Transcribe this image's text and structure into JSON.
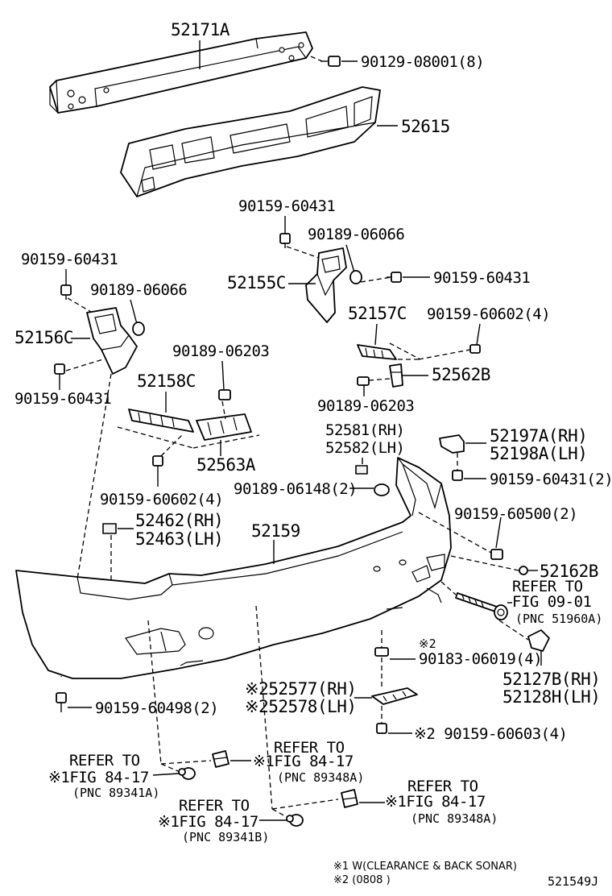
{
  "labels": {
    "p52171A": "52171A",
    "p90129": "90129-08001(8)",
    "p52615": "52615",
    "p90159_top": "90159-60431",
    "p90189_top": "90189-06066",
    "p90159_left_top": "90159-60431",
    "p90189_left": "90189-06066",
    "p52155C": "52155C",
    "p90159_right": "90159-60431",
    "p52156C": "52156C",
    "p52157C": "52157C",
    "p90159_60602_r": "90159-60602(4)",
    "p90189_06203_l": "90189-06203",
    "p52562B": "52562B",
    "p90159_left_bot": "90159-60431",
    "p52158C": "52158C",
    "p90189_06203_r": "90189-06203",
    "p52563A": "52563A",
    "p52581": "52581(RH)",
    "p52582": "52582(LH)",
    "p52197A": "52197A(RH)",
    "p52198A": "52198A(LH)",
    "p90159_60602_l": "90159-60602(4)",
    "p90189_06148": "90189-06148(2)",
    "p90159_60431_2": "90159-60431(2)",
    "p52462": "52462(RH)",
    "p52463": "52463(LH)",
    "p52159": "52159",
    "p90159_60500": "90159-60500(2)",
    "p52162B": "52162B",
    "refer_09_01_a": "REFER TO",
    "refer_09_01_b": "FIG 09-01",
    "refer_09_01_c": "(PNC 51960A)",
    "mark2_a": "※2",
    "p90183": "90183-06019(4)",
    "p52127B": "52127B(RH)",
    "p52128H": "52128H(LH)",
    "p52577": "※252577(RH)",
    "p52578": "※252578(LH)",
    "p90159_60498": "90159-60498(2)",
    "p90159_60603": "※2 90159-60603(4)",
    "ref1_a": "REFER TO",
    "ref1_b": "※1FIG 84-17",
    "ref1_c": "(PNC 89341A)",
    "ref2_a": "REFER TO",
    "ref2_b": "※1FIG 84-17",
    "ref2_c": "(PNC 89348A)",
    "ref3_a": "REFER TO",
    "ref3_b": "※1FIG 84-17",
    "ref3_c": "(PNC 89341B)",
    "ref4_a": "REFER TO",
    "ref4_b": "※1FIG 84-17",
    "ref4_c": "(PNC 89348A)",
    "note1": "※1 W(CLEARANCE & BACK SONAR)",
    "note2": "※2 (0808        )",
    "fig_id": "521549J"
  }
}
